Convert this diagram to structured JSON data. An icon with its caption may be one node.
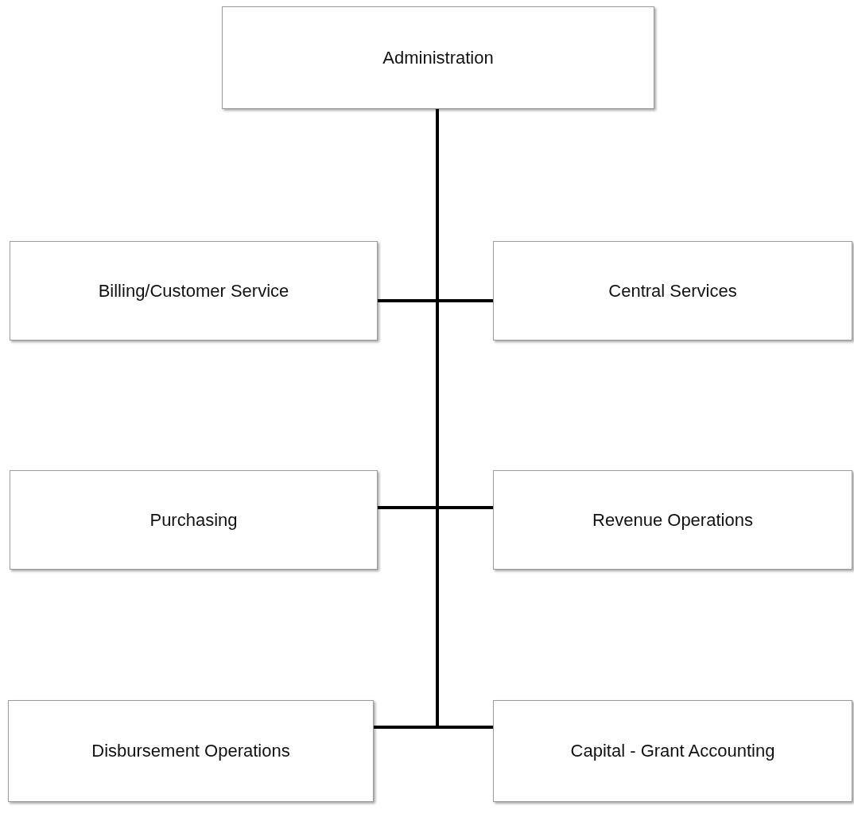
{
  "diagram": {
    "nodes": [
      {
        "text": [
          "Administration"
        ]
      },
      {
        "text": [
          "Billing/Customer Service"
        ]
      },
      {
        "text": [
          "Central Services"
        ]
      },
      {
        "text": [
          "Purchasing"
        ]
      },
      {
        "text": [
          "Revenue Operations"
        ]
      },
      {
        "text": [
          "Disbursement Operations"
        ]
      },
      {
        "text": [
          "Capital - Grant Accounting"
        ]
      }
    ],
    "edges": [
      {
        "from": 0,
        "to": 1,
        "arrow": "none"
      },
      {
        "from": 0,
        "to": 2,
        "arrow": "none"
      },
      {
        "from": 0,
        "to": 3,
        "arrow": "none"
      },
      {
        "from": 0,
        "to": 4,
        "arrow": "none"
      },
      {
        "from": 0,
        "to": 5,
        "arrow": "none"
      },
      {
        "from": 0,
        "to": 6,
        "arrow": "none"
      }
    ]
  }
}
